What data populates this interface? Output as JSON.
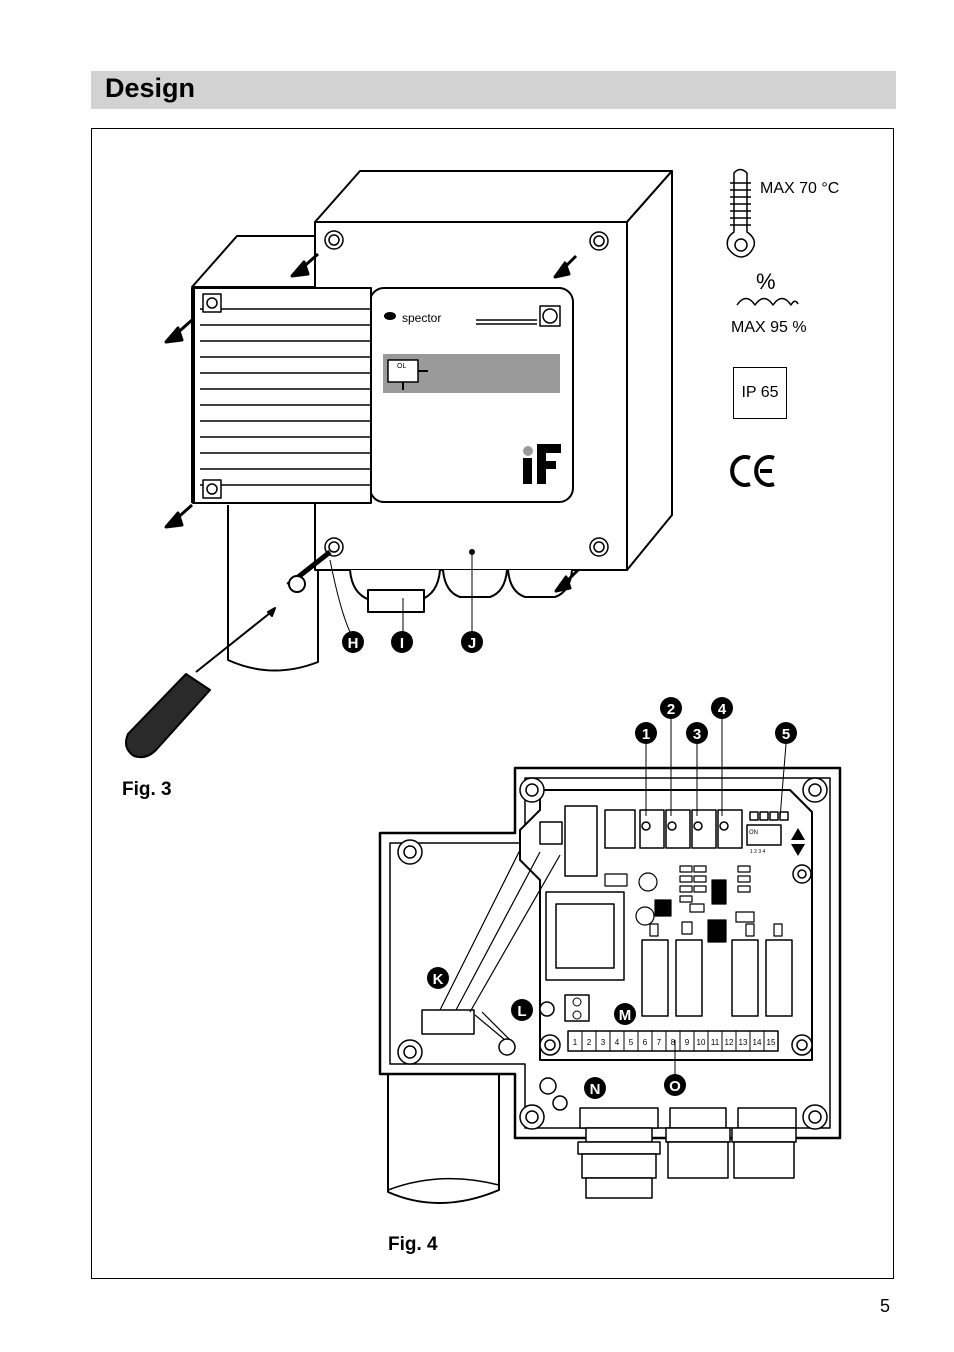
{
  "header": {
    "title": "Design"
  },
  "specs": {
    "temperature": "MAX 70 °C",
    "humidity_symbol": "%",
    "humidity": "MAX 95 %",
    "protection": "IP 65",
    "ce_mark": "CE"
  },
  "fig3": {
    "label": "Fig. 3",
    "callouts": [
      "H",
      "I",
      "J"
    ],
    "logo_text": "spector",
    "display_label": "OL"
  },
  "fig4": {
    "label": "Fig. 4",
    "callouts_top": [
      "1",
      "2",
      "3",
      "4",
      "5"
    ],
    "callouts_board": [
      "K",
      "L",
      "M",
      "N",
      "O"
    ],
    "terminals": [
      "1",
      "2",
      "3",
      "4",
      "5",
      "6",
      "7",
      "8",
      "9",
      "10",
      "11",
      "12",
      "13",
      "14",
      "15"
    ],
    "switch_label": "ON",
    "switch_numbers": "1 2 3 4"
  },
  "page": {
    "number": "5"
  },
  "colors": {
    "header_bg": "#d2d2d2",
    "display_bg": "#9a9a9a",
    "ink": "#000000"
  }
}
